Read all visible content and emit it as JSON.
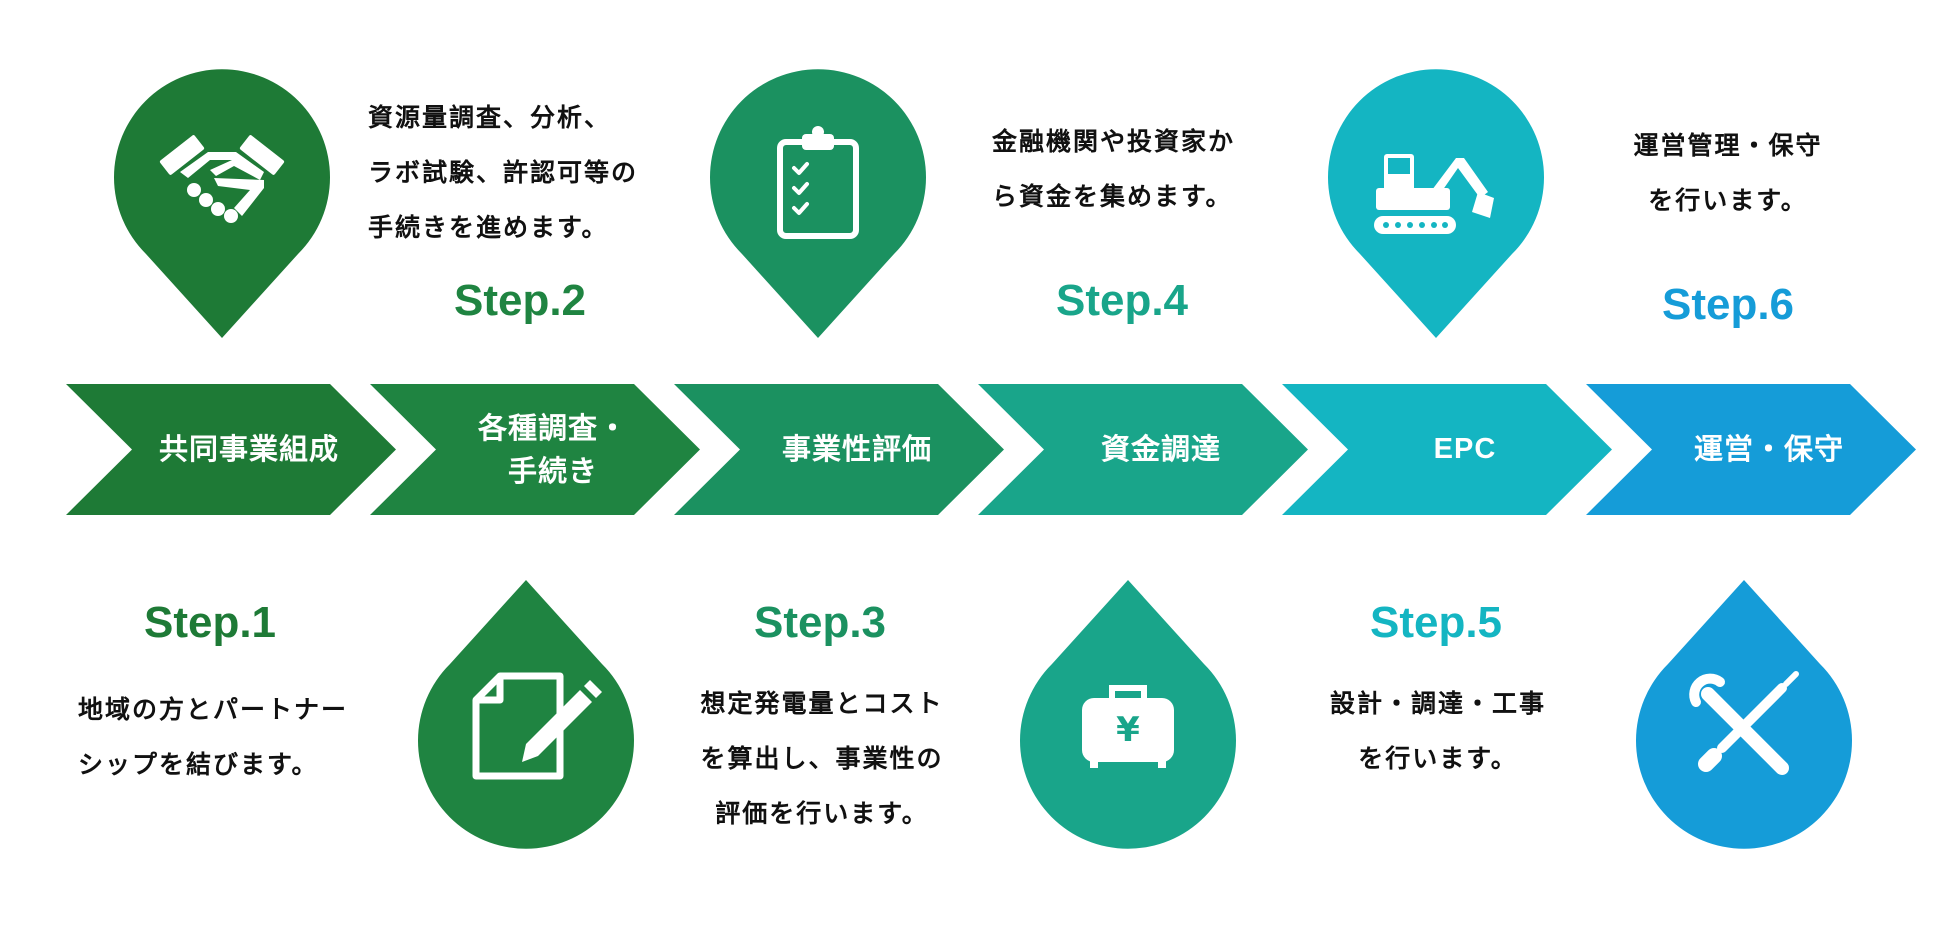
{
  "colors": {
    "c1": "#1e7a36",
    "c2": "#1f8441",
    "c3": "#1b9160",
    "c4": "#19a58a",
    "c5": "#14b5c2",
    "c6": "#159cd8"
  },
  "chevrons": [
    {
      "label": "共同事業組成"
    },
    {
      "label": "各種調査・\n手続き"
    },
    {
      "label": "事業性評価"
    },
    {
      "label": "資金調達"
    },
    {
      "label": "EPC"
    },
    {
      "label": "運営・保守"
    }
  ],
  "steps": [
    {
      "title": "Step.1",
      "desc": "地域の方とパートナー\nシップを結びます。",
      "icon": "handshake-icon"
    },
    {
      "title": "Step.2",
      "desc": "資源量調査、分析、\nラボ試験、許認可等の\n手続きを進めます。",
      "icon": "document-pen-icon"
    },
    {
      "title": "Step.3",
      "desc": "想定発電量とコスト\nを算出し、事業性の\n評価を行います。",
      "icon": "clipboard-checklist-icon"
    },
    {
      "title": "Step.4",
      "desc": "金融機関や投資家か\nら資金を集めます。",
      "icon": "yen-briefcase-icon"
    },
    {
      "title": "Step.5",
      "desc": "設計・調達・工事\nを行います。",
      "icon": "excavator-icon"
    },
    {
      "title": "Step.6",
      "desc": "運営管理・保守\nを行います。",
      "icon": "tools-icon"
    }
  ],
  "yen_symbol": "¥"
}
